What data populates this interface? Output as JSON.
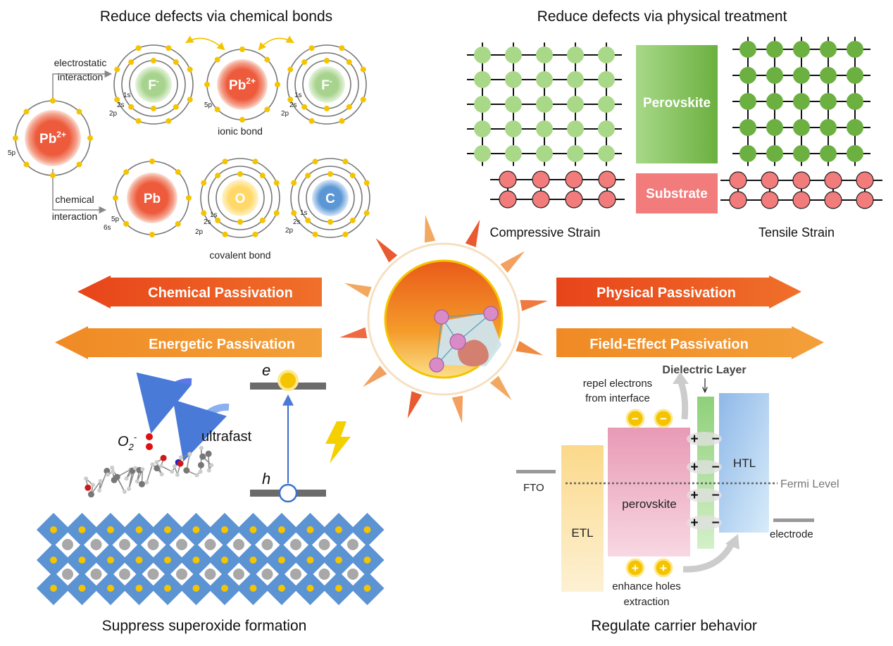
{
  "titles": {
    "chemical_bonds": "Reduce defects via chemical bonds",
    "physical_treatment": "Reduce defects via physical treatment",
    "superoxide": "Suppress superoxide formation",
    "carrier": "Regulate carrier behavior"
  },
  "chemical_bonds": {
    "electrostatic": "electrostatic",
    "interaction": "interaction",
    "chemical": "chemical",
    "ionic_bond": "ionic bond",
    "covalent_bond": "covalent bond",
    "pb2": "Pb",
    "pb2_sup": "2+",
    "f": "F",
    "f_sup": "-",
    "pb": "Pb",
    "o": "O",
    "c": "C",
    "s1": "1s",
    "s2": "2s",
    "p2": "2p",
    "p5": "5p",
    "s6": "6s"
  },
  "physical": {
    "perovskite": "Perovskite",
    "substrate": "Substrate",
    "compressive": "Compressive Strain",
    "tensile": "Tensile Strain"
  },
  "arrows": {
    "chemical": "Chemical Passivation",
    "energetic": "Energetic Passivation",
    "physical": "Physical Passivation",
    "field_effect": "Field-Effect Passivation"
  },
  "superoxide": {
    "e": "e",
    "h": "h",
    "o2": "O",
    "o2_sub": "2",
    "o2_sup": "-",
    "ultrafast": "ultrafast"
  },
  "carrier": {
    "dielectric": "Dielectric Layer",
    "repel1": "repel electrons",
    "repel2": "from interface",
    "fto": "FTO",
    "etl": "ETL",
    "perovskite": "perovskite",
    "htl": "HTL",
    "fermi": "Fermi Level",
    "electrode": "electrode",
    "enhance1": "enhance holes",
    "enhance2": "extraction",
    "minus": "−",
    "plus": "+"
  },
  "colors": {
    "red_orange": "#e8553a",
    "orange": "#f08a24",
    "deep_orange": "#e85a1a",
    "light_green": "#a8d888",
    "green": "#6bb040",
    "pink": "#f07878",
    "blue": "#5b8fd0",
    "yellow": "#f5c400"
  }
}
